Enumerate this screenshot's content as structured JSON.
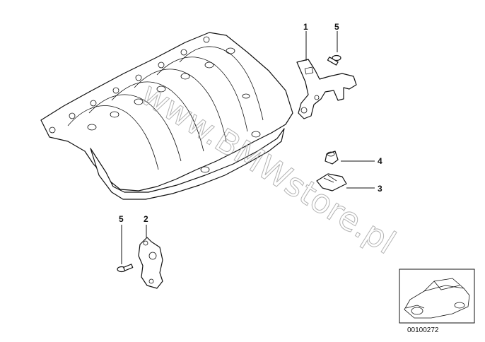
{
  "callouts": {
    "c1": "1",
    "c5_top": "5",
    "c4": "4",
    "c3": "3",
    "c5_bottom": "5",
    "c2": "2"
  },
  "watermark": "www.BMWstore.pl",
  "reference_code": "00100272"
}
